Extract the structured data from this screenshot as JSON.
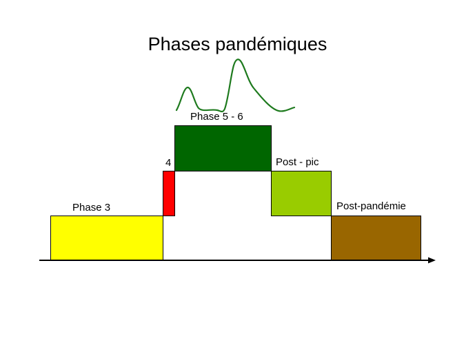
{
  "title": "Phases pandémiques",
  "phases": [
    {
      "label": "Phase 3",
      "color": "#ffff00"
    },
    {
      "label": "4",
      "color": "#ff0000"
    },
    {
      "label": "Phase 5 - 6",
      "color": "#006600"
    },
    {
      "label": "Post - pic",
      "color": "#99cc00"
    },
    {
      "label": "Post-pandémie",
      "color": "#996600"
    }
  ],
  "curve_color": "#1e7a1e",
  "axis_color": "#000000"
}
